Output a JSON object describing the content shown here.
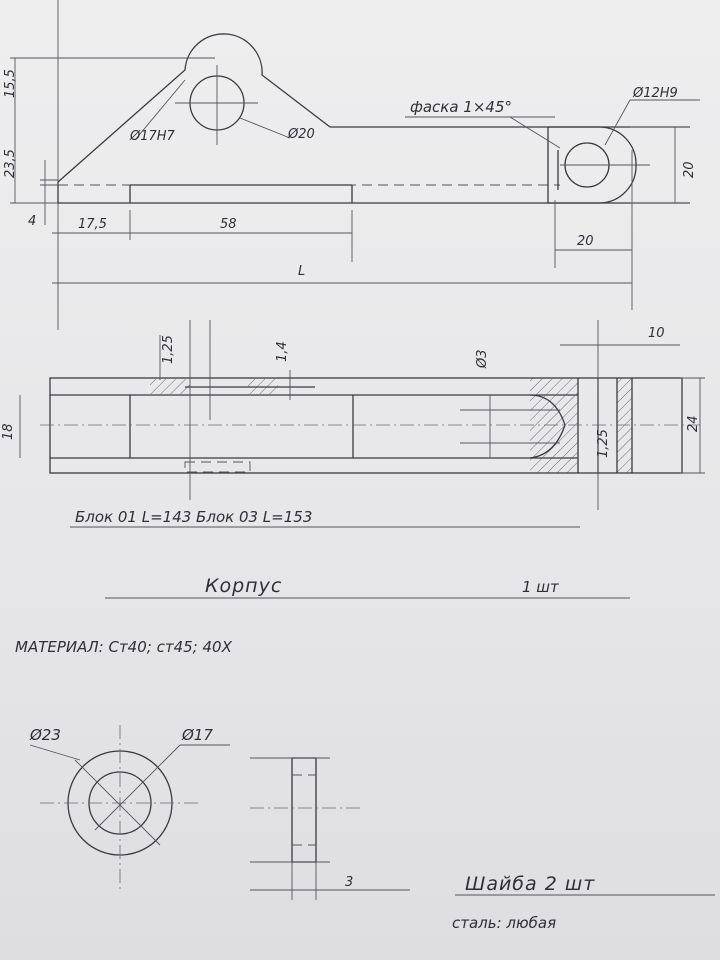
{
  "dims": {
    "d15_5": "15,5",
    "d23_5": "23,5",
    "d4": "4",
    "d17_5": "17,5",
    "d58": "58",
    "L": "L",
    "d17h7": "Ø17H7",
    "d20": "Ø20",
    "chamfer": "фаска 1×45°",
    "d12h9": "Ø12H9",
    "d20_v": "20",
    "d20_h": "20",
    "d1_25": "1,25",
    "d1_4": "1,4",
    "d3": "Ø3",
    "d10": "10",
    "d18": "18",
    "d24": "24",
    "d1_25b": "1,25",
    "d23": "Ø23",
    "d17": "Ø17",
    "d3_thk": "3"
  },
  "notes": {
    "blocks": "Блок 01  L=143   Блок 03  L=153",
    "part_name": "Корпус",
    "part_qty": "1 шт",
    "material": "МАТЕРИАЛ: Ст40; ст45; 40Х",
    "washer_name": "Шайба   2 шт",
    "washer_material": "сталь: любая"
  }
}
